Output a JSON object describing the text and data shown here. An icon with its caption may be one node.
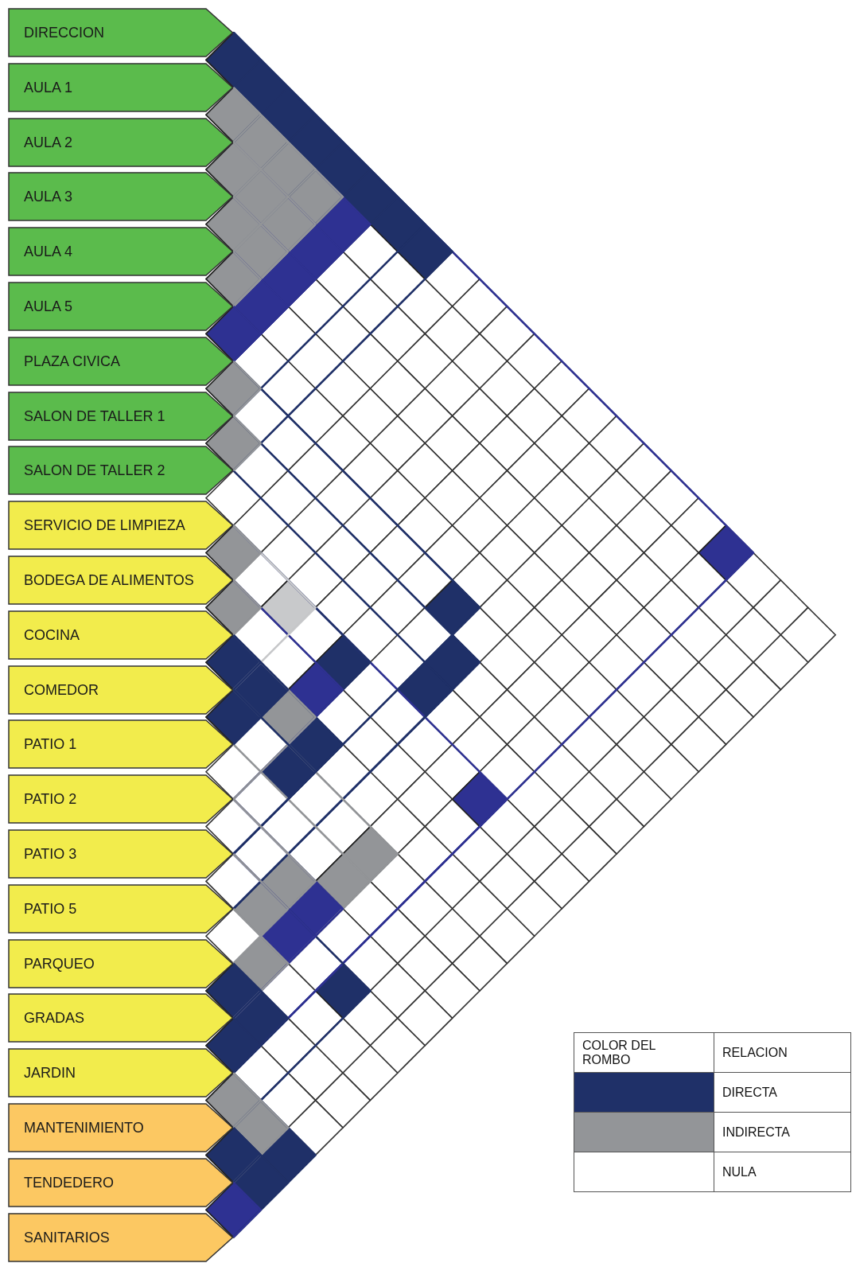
{
  "diagram": {
    "nodes": [
      {
        "text": [
          "DIRECCION"
        ]
      },
      {
        "text": [
          "AULA 1"
        ]
      },
      {
        "text": [
          "AULA 2"
        ]
      },
      {
        "text": [
          "AULA 3"
        ]
      },
      {
        "text": [
          "AULA 4"
        ]
      },
      {
        "text": [
          "AULA 5"
        ]
      },
      {
        "text": [
          "PLAZA CIVICA"
        ]
      },
      {
        "text": [
          "SALON DE TALLER 1"
        ]
      },
      {
        "text": [
          "SALON DE TALLER 2"
        ]
      },
      {
        "text": [
          "SERVICIO DE LIMPIEZA"
        ]
      },
      {
        "text": [
          "BODEGA DE ALIMENTOS"
        ]
      },
      {
        "text": [
          "COCINA"
        ]
      },
      {
        "text": [
          "COMEDOR"
        ]
      },
      {
        "text": [
          "PATIO 1"
        ]
      },
      {
        "text": [
          "PATIO 2"
        ]
      },
      {
        "text": [
          "PATIO 3"
        ]
      },
      {
        "text": [
          "PATIO 5"
        ]
      },
      {
        "text": [
          "PARQUEO"
        ]
      },
      {
        "text": [
          "GRADAS"
        ]
      },
      {
        "text": [
          "JARDIN"
        ]
      },
      {
        "text": [
          "MANTENIMIENTO"
        ]
      },
      {
        "text": [
          "TENDEDERO"
        ]
      },
      {
        "text": [
          "SANITARIOS"
        ]
      }
    ],
    "edges": [
      {
        "from": 0,
        "to": 1,
        "arrow": "none"
      },
      {
        "from": 0,
        "to": 2,
        "arrow": "none"
      },
      {
        "from": 0,
        "to": 3,
        "arrow": "none"
      },
      {
        "from": 0,
        "to": 4,
        "arrow": "none"
      },
      {
        "from": 0,
        "to": 5,
        "arrow": "none"
      },
      {
        "from": 0,
        "to": 6,
        "arrow": "none"
      },
      {
        "from": 0,
        "to": 7,
        "arrow": "none"
      },
      {
        "from": 0,
        "to": 8,
        "arrow": "none"
      },
      {
        "from": 0,
        "to": 19,
        "arrow": "none",
        "color": "#2e3192"
      },
      {
        "from": 1,
        "to": 2,
        "arrow": "none",
        "color": "#939598"
      },
      {
        "from": 1,
        "to": 3,
        "arrow": "none",
        "color": "#939598"
      },
      {
        "from": 1,
        "to": 4,
        "arrow": "none",
        "color": "#939598"
      },
      {
        "from": 1,
        "to": 5,
        "arrow": "none",
        "color": "#939598"
      },
      {
        "from": 1,
        "to": 6,
        "arrow": "none",
        "color": "#2e3192"
      },
      {
        "from": 2,
        "to": 3,
        "arrow": "none",
        "color": "#939598"
      },
      {
        "from": 2,
        "to": 4,
        "arrow": "none",
        "color": "#939598"
      },
      {
        "from": 2,
        "to": 5,
        "arrow": "none",
        "color": "#939598"
      },
      {
        "from": 2,
        "to": 6,
        "arrow": "none",
        "color": "#2e3192"
      },
      {
        "from": 3,
        "to": 4,
        "arrow": "none",
        "color": "#939598"
      },
      {
        "from": 3,
        "to": 5,
        "arrow": "none",
        "color": "#939598"
      },
      {
        "from": 3,
        "to": 6,
        "arrow": "none",
        "color": "#2e3192"
      },
      {
        "from": 4,
        "to": 5,
        "arrow": "none",
        "color": "#939598"
      },
      {
        "from": 4,
        "to": 6,
        "arrow": "none",
        "color": "#2e3192"
      },
      {
        "from": 5,
        "to": 6,
        "arrow": "none",
        "color": "#2e3192"
      },
      {
        "from": 6,
        "to": 7,
        "arrow": "none",
        "color": "#939598"
      },
      {
        "from": 6,
        "to": 15,
        "arrow": "none"
      },
      {
        "from": 7,
        "to": 8,
        "arrow": "none",
        "color": "#939598"
      },
      {
        "from": 7,
        "to": 16,
        "arrow": "none"
      },
      {
        "from": 8,
        "to": 16,
        "arrow": "none"
      },
      {
        "from": 9,
        "to": 10,
        "arrow": "none",
        "color": "#939598"
      },
      {
        "from": 9,
        "to": 12,
        "arrow": "none",
        "color": "#c8c9cb"
      },
      {
        "from": 9,
        "to": 14,
        "arrow": "none"
      },
      {
        "from": 9,
        "to": 19,
        "arrow": "none",
        "color": "#2e3192"
      },
      {
        "from": 10,
        "to": 11,
        "arrow": "none",
        "color": "#939598"
      },
      {
        "from": 10,
        "to": 14,
        "arrow": "none",
        "color": "#2e3192"
      },
      {
        "from": 11,
        "to": 12,
        "arrow": "none"
      },
      {
        "from": 11,
        "to": 13,
        "arrow": "none"
      },
      {
        "from": 11,
        "to": 14,
        "arrow": "none",
        "color": "#939598"
      },
      {
        "from": 11,
        "to": 15,
        "arrow": "none"
      },
      {
        "from": 12,
        "to": 13,
        "arrow": "none"
      },
      {
        "from": 12,
        "to": 15,
        "arrow": "none"
      },
      {
        "from": 12,
        "to": 18,
        "arrow": "none",
        "color": "#939598"
      },
      {
        "from": 13,
        "to": 18,
        "arrow": "none",
        "color": "#939598"
      },
      {
        "from": 14,
        "to": 17,
        "arrow": "none",
        "color": "#939598"
      },
      {
        "from": 14,
        "to": 18,
        "arrow": "none",
        "color": "#2e3192"
      },
      {
        "from": 15,
        "to": 17,
        "arrow": "none",
        "color": "#939598"
      },
      {
        "from": 15,
        "to": 18,
        "arrow": "none",
        "color": "#2e3192"
      },
      {
        "from": 15,
        "to": 20,
        "arrow": "none"
      },
      {
        "from": 16,
        "to": 18,
        "arrow": "none",
        "color": "#939598"
      },
      {
        "from": 17,
        "to": 18,
        "arrow": "none"
      },
      {
        "from": 17,
        "to": 19,
        "arrow": "none"
      },
      {
        "from": 18,
        "to": 19,
        "arrow": "none"
      },
      {
        "from": 19,
        "to": 20,
        "arrow": "none",
        "color": "#939598"
      },
      {
        "from": 19,
        "to": 21,
        "arrow": "none",
        "color": "#939598"
      },
      {
        "from": 19,
        "to": 22,
        "arrow": "none"
      },
      {
        "from": 20,
        "to": 21,
        "arrow": "none"
      },
      {
        "from": 20,
        "to": 22,
        "arrow": "none"
      },
      {
        "from": 21,
        "to": 22,
        "arrow": "none",
        "color": "#2e3192"
      }
    ],
    "labels": [
      "COLOR DEL ROMBO",
      "RELACION"
    ],
    "legend": [
      {
        "text": "DIRECTA",
        "color": "#1f3068"
      },
      {
        "text": "INDIRECTA",
        "color": "#939598"
      },
      {
        "text": "NULA",
        "color": "#ffffff"
      }
    ]
  }
}
